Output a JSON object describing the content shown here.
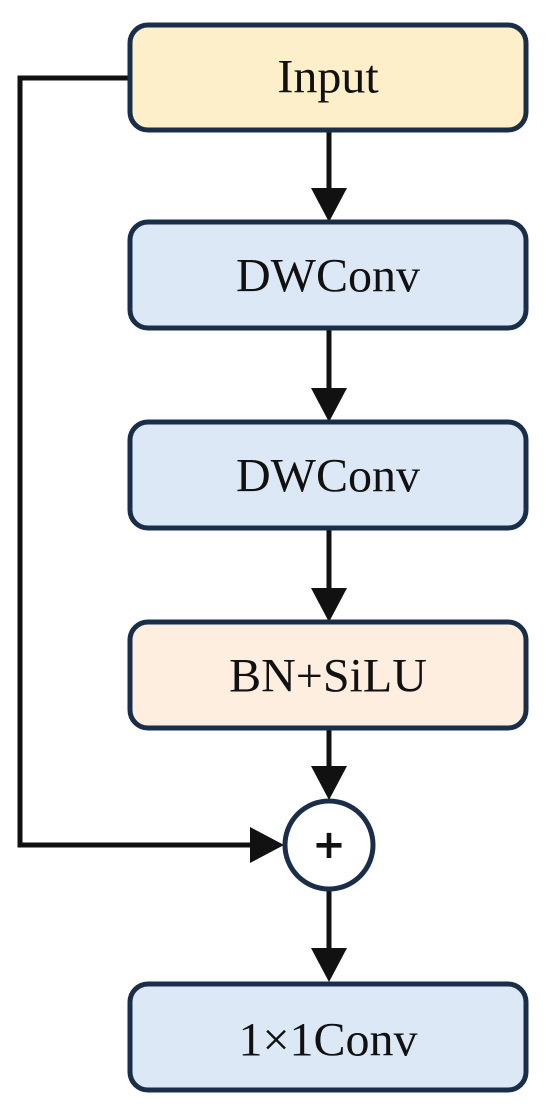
{
  "diagram": {
    "nodes": {
      "input": {
        "label": "Input",
        "fill": "#fcefc9"
      },
      "dwconv1": {
        "label": "DWConv",
        "fill": "#dce8f5"
      },
      "dwconv2": {
        "label": "DWConv",
        "fill": "#dce8f5"
      },
      "bn_silu": {
        "label": "BN+SiLU",
        "fill": "#fdeee0"
      },
      "add": {
        "label": "+"
      },
      "conv1x1": {
        "label": "1×1Conv",
        "fill": "#dce8f5"
      }
    },
    "edges": [
      {
        "from": "input",
        "to": "dwconv1"
      },
      {
        "from": "dwconv1",
        "to": "dwconv2"
      },
      {
        "from": "dwconv2",
        "to": "bn_silu"
      },
      {
        "from": "bn_silu",
        "to": "add"
      },
      {
        "from": "input",
        "to": "add",
        "kind": "residual"
      },
      {
        "from": "add",
        "to": "conv1x1"
      }
    ],
    "colors": {
      "border": "#1a2e4a",
      "arrow": "#111111"
    }
  }
}
